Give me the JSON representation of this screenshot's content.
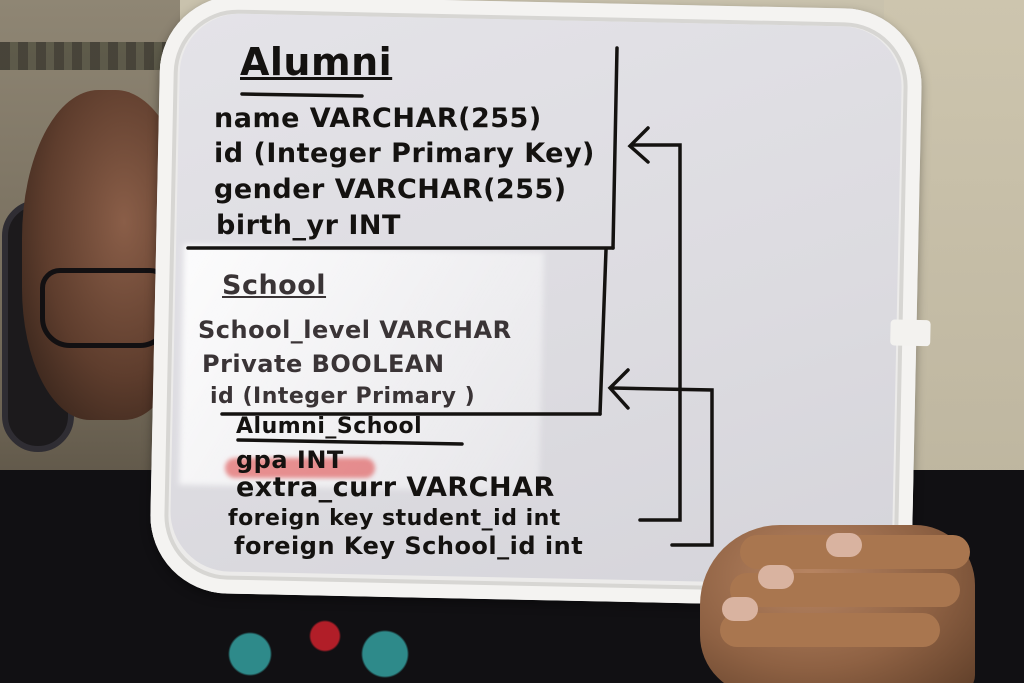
{
  "whiteboard": {
    "alumni_title": "Alumni",
    "alumni_fields": [
      "name VARCHAR(255)",
      "id (Integer Primary Key)",
      "gender VARCHAR(255)",
      "birth_yr INT"
    ],
    "school_title": "School",
    "school_fields": [
      "School_level VARCHAR",
      "Private BOOLEAN",
      "id (Integer Primary )"
    ],
    "alumni_school_title": "Alumni_School",
    "alumni_school_fields": [
      "gpa INT",
      "extra_curr VARCHAR",
      "foreign key student_id int",
      "foreign Key School_id int"
    ]
  },
  "colors": {
    "ink": "#141210",
    "board": "#e4e3e8",
    "frame": "#f4f3f1",
    "highlight": "#dc3c3c"
  }
}
